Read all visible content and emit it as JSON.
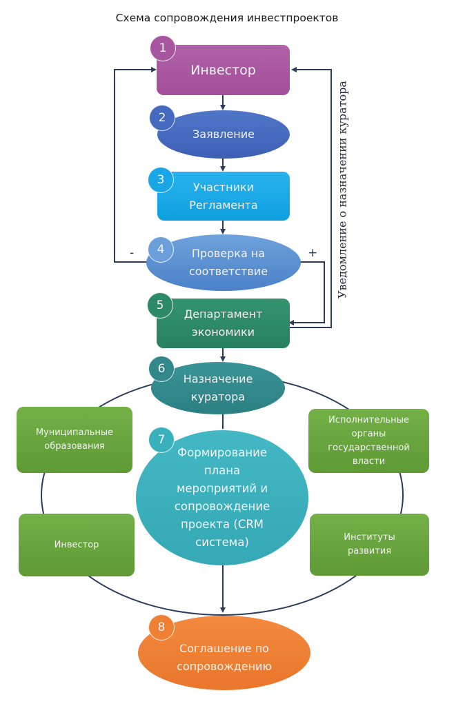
{
  "title": "Схема сопровождения инвестпроектов",
  "side_label": "Уведомление о назначении куратора",
  "branch_signs": {
    "negative": "-",
    "positive": "+"
  },
  "colors": {
    "investor": "#a8559f",
    "application": "#4569bf",
    "participants": "#19a6e6",
    "check": "#5a90d2",
    "department": "#2d8a67",
    "curator": "#31878a",
    "plan": "#3bb0bd",
    "agreement": "#ef7f33",
    "partners": "#6aa83e",
    "lines": "#2a3b5c"
  },
  "steps": [
    {
      "number": "1",
      "label": "Инвестор",
      "shape": "rounded-rectangle"
    },
    {
      "number": "2",
      "label": "Заявление",
      "shape": "ellipse"
    },
    {
      "number": "3",
      "label": "Участники Регламента",
      "shape": "rounded-rectangle"
    },
    {
      "number": "4",
      "label": "Проверка на соответствие",
      "shape": "ellipse"
    },
    {
      "number": "5",
      "label": "Департамент экономики",
      "shape": "rounded-rectangle"
    },
    {
      "number": "6",
      "label": "Назначение куратора",
      "shape": "ellipse"
    },
    {
      "number": "7",
      "label": "Формирование плана мероприятий и сопровождение проекта (CRM система)",
      "shape": "ellipse"
    },
    {
      "number": "8",
      "label": "Соглашение по сопровождению",
      "shape": "ellipse"
    }
  ],
  "partners": [
    {
      "label": "Муниципальные образования"
    },
    {
      "label": "Исполнительные органы государственной власти"
    },
    {
      "label": "Инвестор"
    },
    {
      "label": "Институты развития"
    }
  ],
  "edges": [
    {
      "from": "1",
      "to": "2"
    },
    {
      "from": "2",
      "to": "3"
    },
    {
      "from": "3",
      "to": "4"
    },
    {
      "from": "4",
      "to": "1",
      "condition": "-"
    },
    {
      "from": "4",
      "to": "5",
      "condition": "+"
    },
    {
      "from": "5",
      "to": "6"
    },
    {
      "from": "5",
      "to": "1",
      "label": "Уведомление о назначении куратора"
    },
    {
      "from": "6",
      "to": "7"
    },
    {
      "from": "7",
      "to": "8"
    }
  ]
}
